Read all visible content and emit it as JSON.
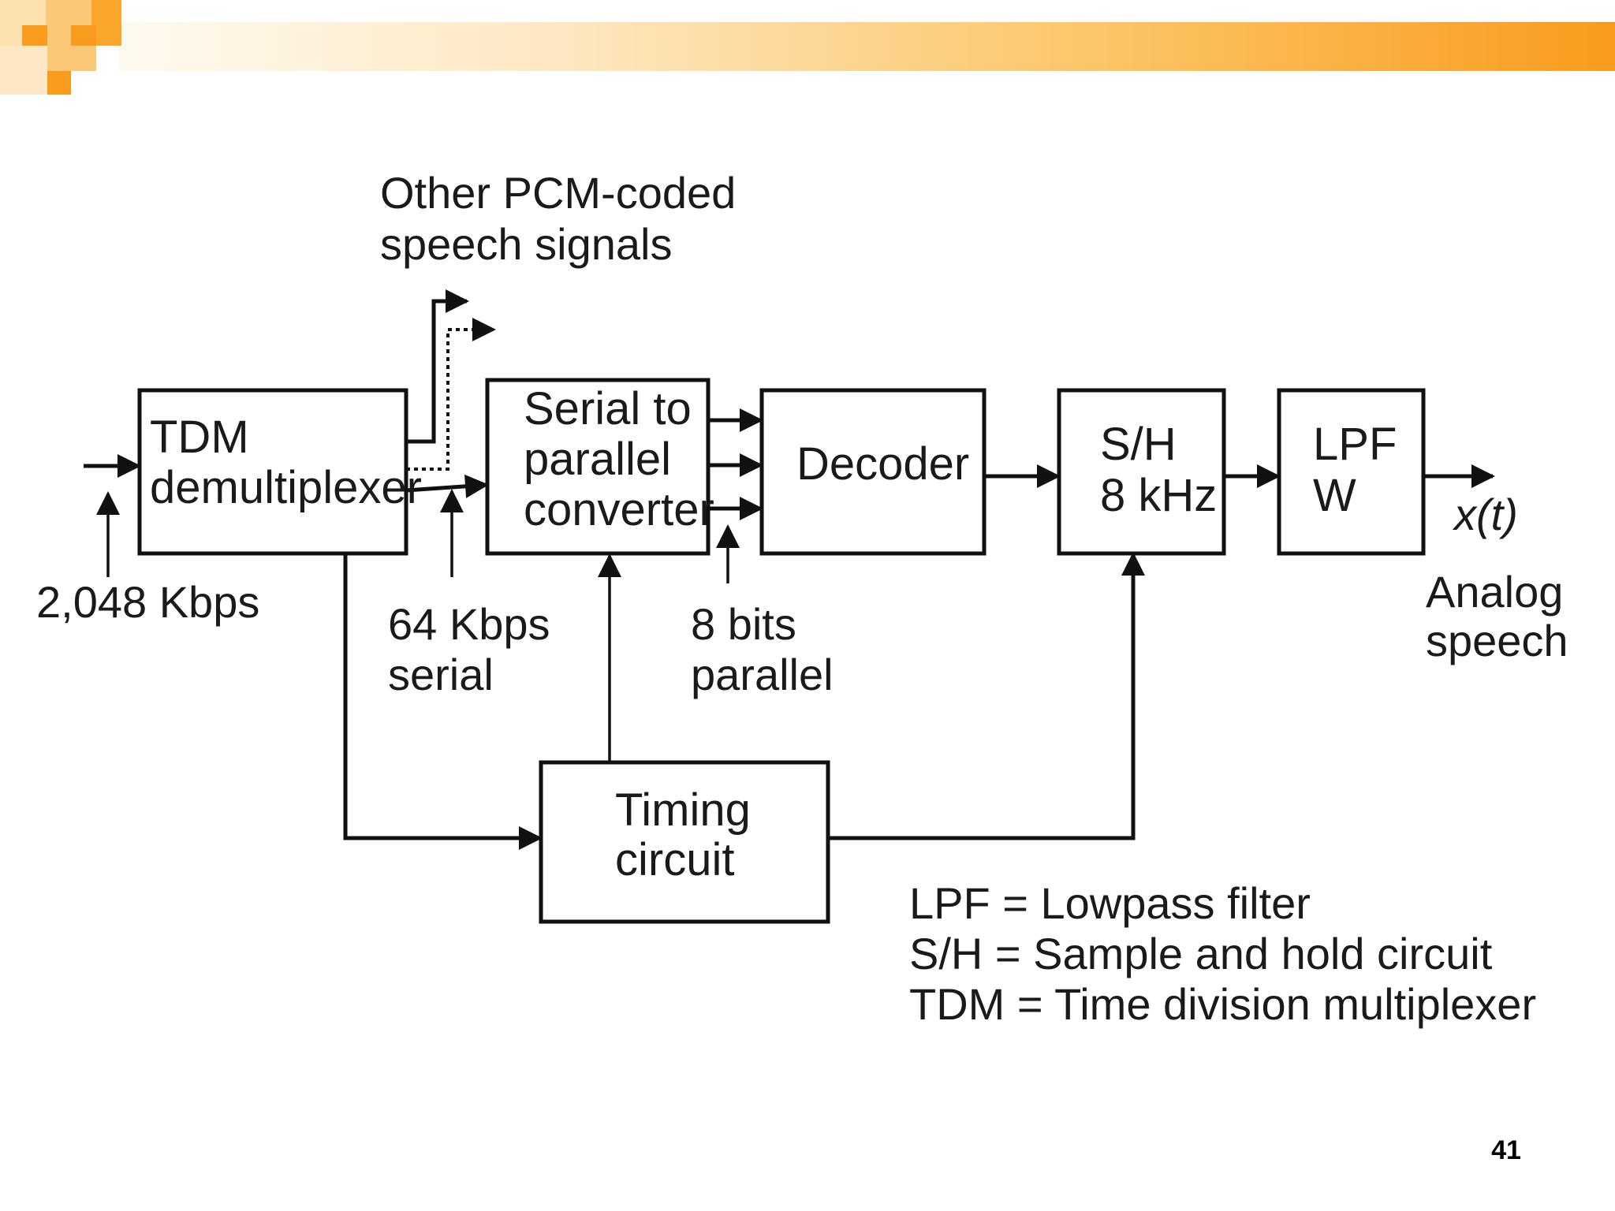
{
  "colors": {
    "accent": "#f99b1c",
    "accent_light": "#fcc668",
    "stroke": "#111111"
  },
  "blocks": {
    "tdm": [
      "TDM",
      "demultiplexer"
    ],
    "serial": [
      "Serial to",
      "parallel",
      "converter"
    ],
    "decoder": "Decoder",
    "sh": [
      "S/H",
      "8 kHz"
    ],
    "lpf": [
      "LPF",
      "W"
    ],
    "timing": [
      "Timing",
      "circuit"
    ]
  },
  "labels": {
    "other_pcm": [
      "Other PCM-coded",
      "speech signals"
    ],
    "input_rate": "2,048 Kbps",
    "serial_rate": [
      "64 Kbps",
      "serial"
    ],
    "parallel_bits": [
      "8 bits",
      "parallel"
    ],
    "output_signal": "x(t)",
    "output_name": [
      "Analog",
      "speech"
    ]
  },
  "legend": [
    "LPF = Lowpass filter",
    "S/H = Sample and hold circuit",
    "TDM = Time division multiplexer"
  ],
  "page_number": "41"
}
